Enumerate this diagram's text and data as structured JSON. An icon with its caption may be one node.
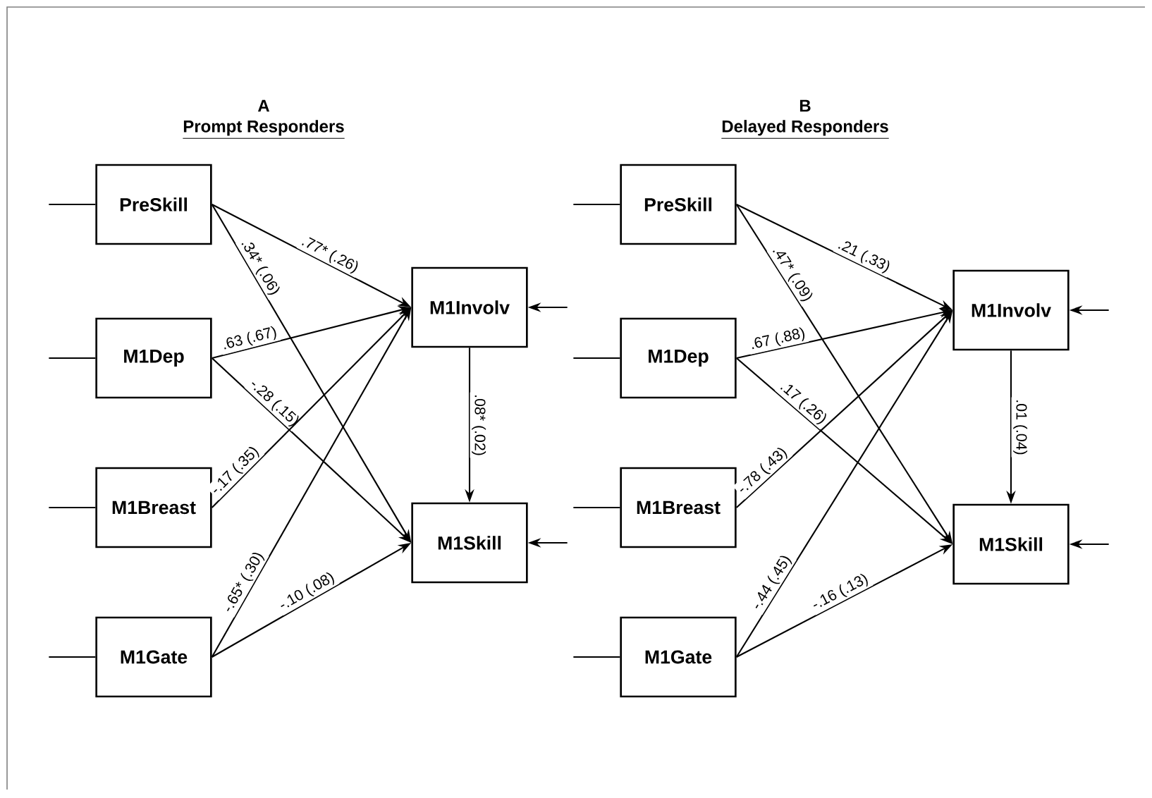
{
  "diagram": {
    "nodes": [
      {
        "text": [
          "PreSkill"
        ]
      },
      {
        "text": [
          "M1Dep"
        ]
      },
      {
        "text": [
          "M1Breast"
        ]
      },
      {
        "text": [
          "M1Gate"
        ]
      },
      {
        "text": [
          "M1Involv"
        ]
      },
      {
        "text": [
          "M1Skill"
        ]
      },
      {
        "text": [
          "PreSkill"
        ]
      },
      {
        "text": [
          "M1Dep"
        ]
      },
      {
        "text": [
          "M1Breast"
        ]
      },
      {
        "text": [
          "M1Gate"
        ]
      },
      {
        "text": [
          "M1Involv"
        ]
      },
      {
        "text": [
          "M1Skill"
        ]
      }
    ],
    "edges": [
      {
        "from": 0,
        "to": 4,
        "arrow": "to",
        "label": ".77* (.26)"
      },
      {
        "from": 0,
        "to": 5,
        "arrow": "to",
        "label": ".34* (.06)"
      },
      {
        "from": 1,
        "to": 4,
        "arrow": "to",
        "label": ".63 (.67)"
      },
      {
        "from": 1,
        "to": 5,
        "arrow": "to",
        "label": "-.28 (.15)"
      },
      {
        "from": 2,
        "to": 4,
        "arrow": "to",
        "label": "-.17 (.35)"
      },
      {
        "from": 3,
        "to": 4,
        "arrow": "to",
        "label": "-.65* (.30)"
      },
      {
        "from": 3,
        "to": 5,
        "arrow": "to",
        "label": "-.10 (.08)"
      },
      {
        "from": 4,
        "to": 5,
        "arrow": "to",
        "label": ".08* (.02)"
      },
      {
        "from": 6,
        "to": 10,
        "arrow": "to",
        "label": ".21 (.33)"
      },
      {
        "from": 6,
        "to": 11,
        "arrow": "to",
        "label": ".47* (.09)"
      },
      {
        "from": 7,
        "to": 10,
        "arrow": "to",
        "label": ".67 (.88)"
      },
      {
        "from": 7,
        "to": 11,
        "arrow": "to",
        "label": ".17 (.26)"
      },
      {
        "from": 8,
        "to": 10,
        "arrow": "to",
        "label": "-.78 (.43)"
      },
      {
        "from": 9,
        "to": 10,
        "arrow": "to",
        "label": "-.44 (.45)"
      },
      {
        "from": 9,
        "to": 11,
        "arrow": "to",
        "label": "-.16 (.13)"
      },
      {
        "from": 10,
        "to": 11,
        "arrow": "to",
        "label": ".01 (.04)"
      },
      {
        "from": null,
        "to": 0,
        "arrow": "none"
      },
      {
        "from": null,
        "to": 1,
        "arrow": "none"
      },
      {
        "from": null,
        "to": 2,
        "arrow": "none"
      },
      {
        "from": null,
        "to": 3,
        "arrow": "none"
      },
      {
        "from": null,
        "to": 4,
        "arrow": "to"
      },
      {
        "from": null,
        "to": 5,
        "arrow": "to"
      },
      {
        "from": null,
        "to": 6,
        "arrow": "none"
      },
      {
        "from": null,
        "to": 7,
        "arrow": "none"
      },
      {
        "from": null,
        "to": 8,
        "arrow": "none"
      },
      {
        "from": null,
        "to": 9,
        "arrow": "none"
      },
      {
        "from": null,
        "to": 10,
        "arrow": "to"
      },
      {
        "from": null,
        "to": 11,
        "arrow": "to"
      }
    ],
    "labels": [
      "A",
      "Prompt Responders",
      "B",
      "Delayed Responders"
    ]
  }
}
